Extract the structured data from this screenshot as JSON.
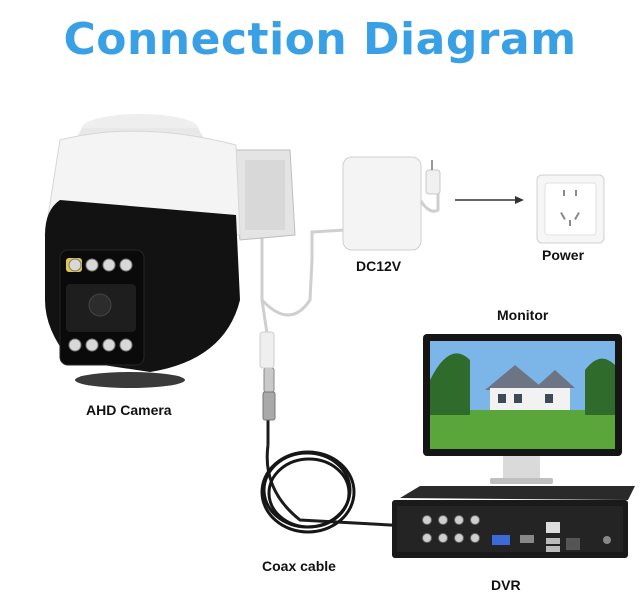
{
  "title": "Connection Diagram",
  "labels": {
    "camera": "AHD Camera",
    "adapter": "DC12V",
    "power": "Power",
    "monitor": "Monitor",
    "cable": "Coax cable",
    "dvr": "DVR"
  }
}
